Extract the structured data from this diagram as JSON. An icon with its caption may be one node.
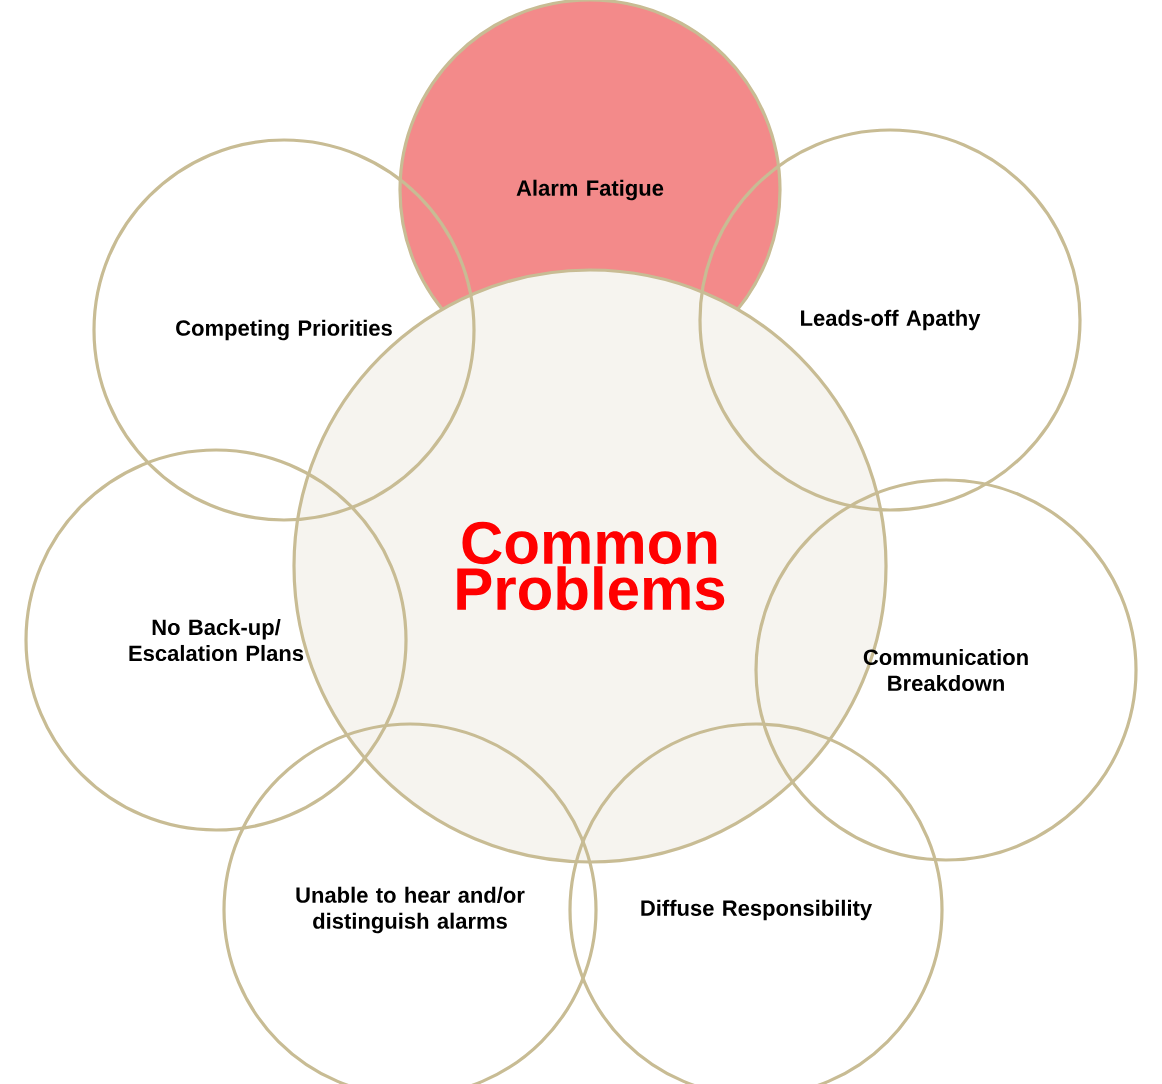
{
  "diagram": {
    "nodes": [
      {
        "text": [
          "Common Problems"
        ]
      },
      {
        "text": [
          "Alarm Fatigue"
        ]
      },
      {
        "text": [
          "Competing Priorities"
        ]
      },
      {
        "text": [
          "Leads-off Apathy"
        ]
      },
      {
        "text": [
          "No Back-up/ Escalation Plans"
        ]
      },
      {
        "text": [
          "Communication Breakdown"
        ]
      },
      {
        "text": [
          "Unable to hear and/or distinguish alarms"
        ]
      },
      {
        "text": [
          "Diffuse Responsibility"
        ]
      }
    ]
  }
}
